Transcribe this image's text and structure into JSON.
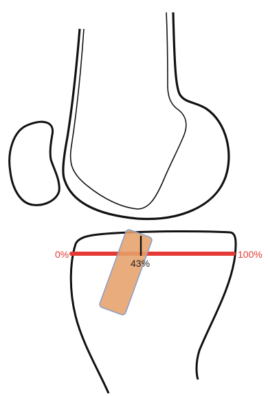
{
  "diagram": {
    "left_label": "0%",
    "right_label": "100%",
    "position_label": "43%",
    "position_fraction": 0.43
  },
  "colors": {
    "outline": "#111111",
    "axis_line": "#e53935",
    "axis_text": "#e53935",
    "graft_fill": "#e6a06a",
    "graft_stroke": "#8aa0c8",
    "background": "#ffffff"
  }
}
